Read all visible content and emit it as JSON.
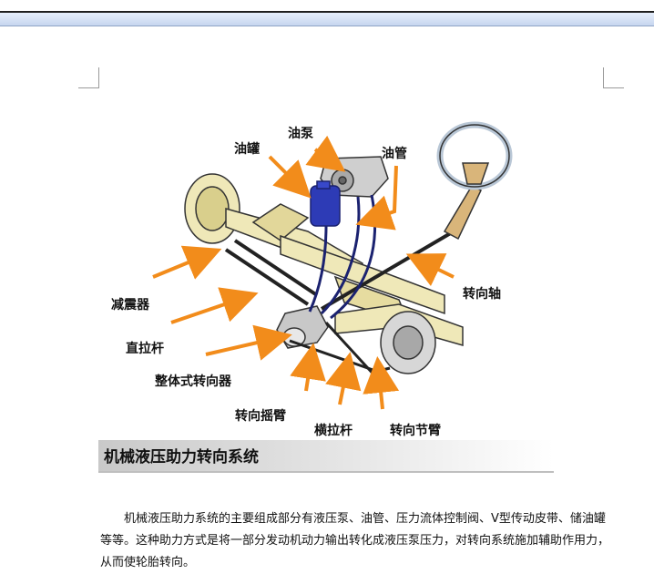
{
  "figure": {
    "labels": {
      "oil_pump": "油泵",
      "oil_tank": "油罐",
      "oil_pipe": "油管",
      "steering_shaft": "转向轴",
      "shock_absorber": "减震器",
      "drag_link": "直拉杆",
      "integral_steering_gear": "整体式转向器",
      "pitman_arm": "转向摇臂",
      "tie_rod": "横拉杆",
      "steering_knuckle_arm": "转向节臂"
    },
    "caption": "机械液压助力转向系统",
    "arrow_color": "#f28c1b"
  },
  "body": {
    "paragraph": "机械液压助力系统的主要组成部分有液压泵、油管、压力流体控制阀、V型传动皮带、储油罐等等。这种助力方式是将一部分发动机动力输出转化成液压泵压力，对转向系统施加辅助作用力，从而使轮胎转向。"
  }
}
